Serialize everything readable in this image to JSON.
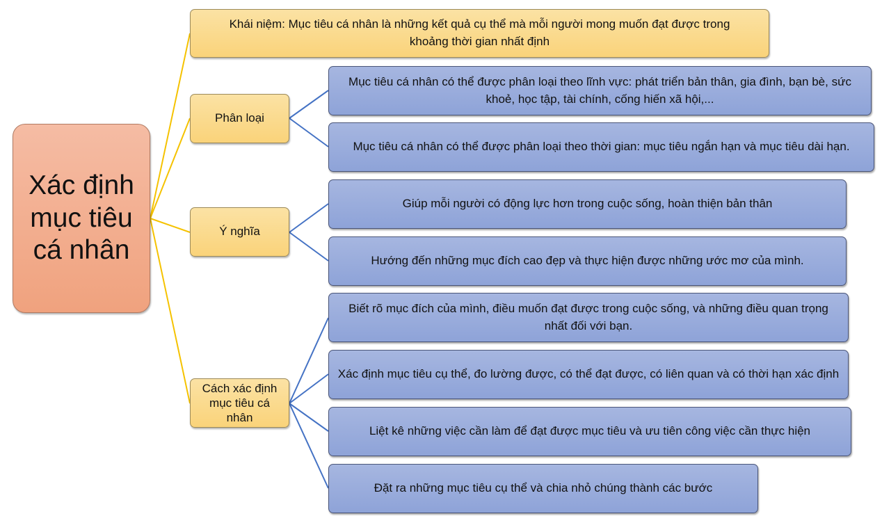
{
  "root": {
    "title": "Xác định mục tiêu cá nhân"
  },
  "concept": {
    "text": "Khái niệm: Mục tiêu cá nhân là những kết quả cụ thể mà mỗi người mong muốn đạt được trong khoảng thời gian nhất định"
  },
  "classification": {
    "label": "Phân loại",
    "items": [
      "Mục tiêu cá nhân có thể được phân loại theo lĩnh vực: phát triển bản thân, gia đình, bạn bè, sức khoẻ, học tập, tài chính, cống hiến xã hội,...",
      "Mục tiêu cá nhân có thể được phân loại theo thời gian: mục tiêu ngắn hạn và mục tiêu dài hạn."
    ]
  },
  "meaning": {
    "label": "Ý nghĩa",
    "items": [
      "Giúp mỗi người có động lực hơn trong cuộc sống, hoàn thiện bản thân",
      "Hướng đến những mục đích cao đẹp và thực hiện được những ước mơ của mình."
    ]
  },
  "method": {
    "label": "Cách xác định mục tiêu cá nhân",
    "items": [
      "Biết rõ mục đích của mình, điều muốn đạt được trong cuộc sống, và những điều quan trọng nhất đối với bạn.",
      "Xác định mục tiêu cụ thể, đo lường được, có thể đạt được, có liên quan và có thời hạn xác định",
      "Liệt kê những việc cần làm để đạt được mục tiêu và ưu tiên công việc cần thực hiện",
      "Đặt ra những mục tiêu cụ thể và chia nhỏ chúng thành các bước"
    ]
  },
  "colors": {
    "yellow_link": "#f5c200",
    "blue_link": "#4472c4"
  }
}
